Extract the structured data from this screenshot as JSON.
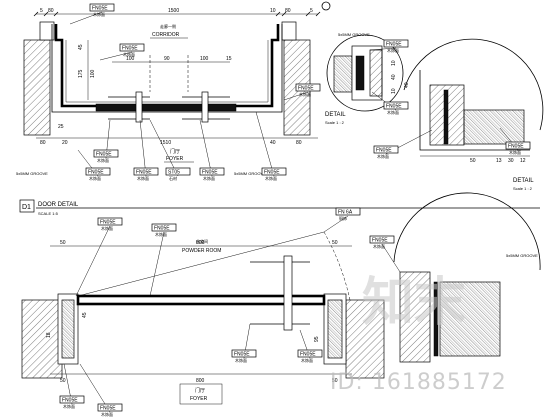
{
  "top_plan": {
    "dims_top": [
      "5",
      "80",
      "1500",
      "10",
      "80",
      "5"
    ],
    "label_corridor": "CORRIDOR",
    "label_corridor_cn": "走廊一侧",
    "label_foyer": "FOYER",
    "label_foyer_cn": "门厅",
    "dims_inner": [
      "100",
      "90",
      "100",
      "15"
    ],
    "dims_mid": [
      "80",
      "20",
      "1510",
      "40",
      "80"
    ],
    "dims_v": [
      "45",
      "175",
      "100",
      "25"
    ],
    "tags": [
      {
        "name": "FN05E",
        "sub": "木饰面"
      },
      {
        "name": "FN05E",
        "sub": "木饰面"
      },
      {
        "name": "FN05E",
        "sub": "木饰面"
      },
      {
        "name": "FN05E",
        "sub": "木饰面"
      },
      {
        "name": "FN05E",
        "sub": "木饰面"
      },
      {
        "name": "ST05",
        "sub": "石材"
      },
      {
        "name": "FN05E",
        "sub": "木饰面"
      },
      {
        "name": "FN05E",
        "sub": "木饰面"
      },
      {
        "name": "FN05E",
        "sub": "木饰面"
      }
    ],
    "groove_left": "5x5MM GROOVE",
    "groove_right": "5x5MM GROOVE",
    "groove_detail": "5x5MM GROOVE"
  },
  "detail_a": {
    "label": "DETAIL",
    "scale": "Scale 1 : 2",
    "dims": [
      "10",
      "40",
      "10"
    ],
    "tags": [
      {
        "name": "FN05E",
        "sub": "木饰面"
      },
      {
        "name": "FN05E",
        "sub": "木饰面"
      }
    ]
  },
  "detail_b": {
    "label": "DETAIL",
    "scale": "Scale 1 : 2",
    "dims": [
      "40",
      "50",
      "13",
      "30",
      "12"
    ],
    "tags": [
      {
        "name": "FN05E",
        "sub": "木饰面"
      },
      {
        "name": "FN05E",
        "sub": "木饰面"
      }
    ]
  },
  "title_block": {
    "id": "D1",
    "title": "DOOR DETAIL",
    "scale": "SCALE 1:5"
  },
  "bottom_plan": {
    "label_room": "POWDER ROOM",
    "label_room_cn": "化妆间",
    "label_foyer": "FOYER",
    "label_foyer_cn": "门厅",
    "dims_top": [
      "50",
      "800",
      "50"
    ],
    "dims_bottom": [
      "50",
      "800",
      "50"
    ],
    "dims_v": [
      "18",
      "95",
      "45"
    ],
    "groove": "5x5MM GROOVE",
    "tags": [
      {
        "name": "FN05E",
        "sub": "木饰面"
      },
      {
        "name": "FN05E",
        "sub": "木饰面"
      },
      {
        "name": "FN 6A",
        "sub": "铜饰"
      },
      {
        "name": "FN05E",
        "sub": "木饰面"
      },
      {
        "name": "FN05E",
        "sub": "木饰面"
      },
      {
        "name": "FN05E",
        "sub": "木饰面"
      },
      {
        "name": "FN05E",
        "sub": "木饰面"
      },
      {
        "name": "FN05E",
        "sub": "木饰面"
      }
    ]
  },
  "watermark": {
    "logo": "知末",
    "id": "ID: 161885172"
  }
}
